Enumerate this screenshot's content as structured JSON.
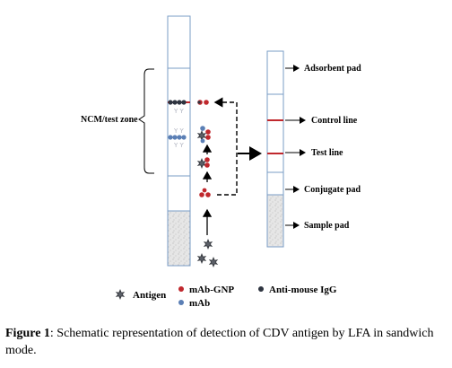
{
  "labels": {
    "ncm_zone": "NCM/test zone",
    "adsorbent_pad": "Adsorbent pad",
    "control_line": "Control line",
    "test_line": "Test line",
    "conjugate_pad": "Conjugate pad",
    "sample_pad": "Sample pad"
  },
  "legend": {
    "antigen": "Antigen",
    "mab_gnp": "mAb-GNP",
    "mab": "mAb",
    "anti_mouse_igg": "Anti-mouse IgG"
  },
  "caption": {
    "figure_label": "Figure 1",
    "text": ": Schematic representation of detection of CDV antigen by LFA in sandwich mode."
  },
  "colors": {
    "control_line": "#c0282d",
    "test_line": "#c0282d",
    "strip_border": "#7a9cc6",
    "gnp_red": "#c0282d",
    "mab_blue": "#5b7fb5",
    "igg_dark": "#2e3440",
    "antigen": "#3d4046"
  },
  "icons": {
    "antigen": "spiky-star-icon",
    "mab_gnp": "red-dot-icon",
    "mab": "blue-dot-icon",
    "anti_mouse_igg": "dark-dot-icon"
  }
}
